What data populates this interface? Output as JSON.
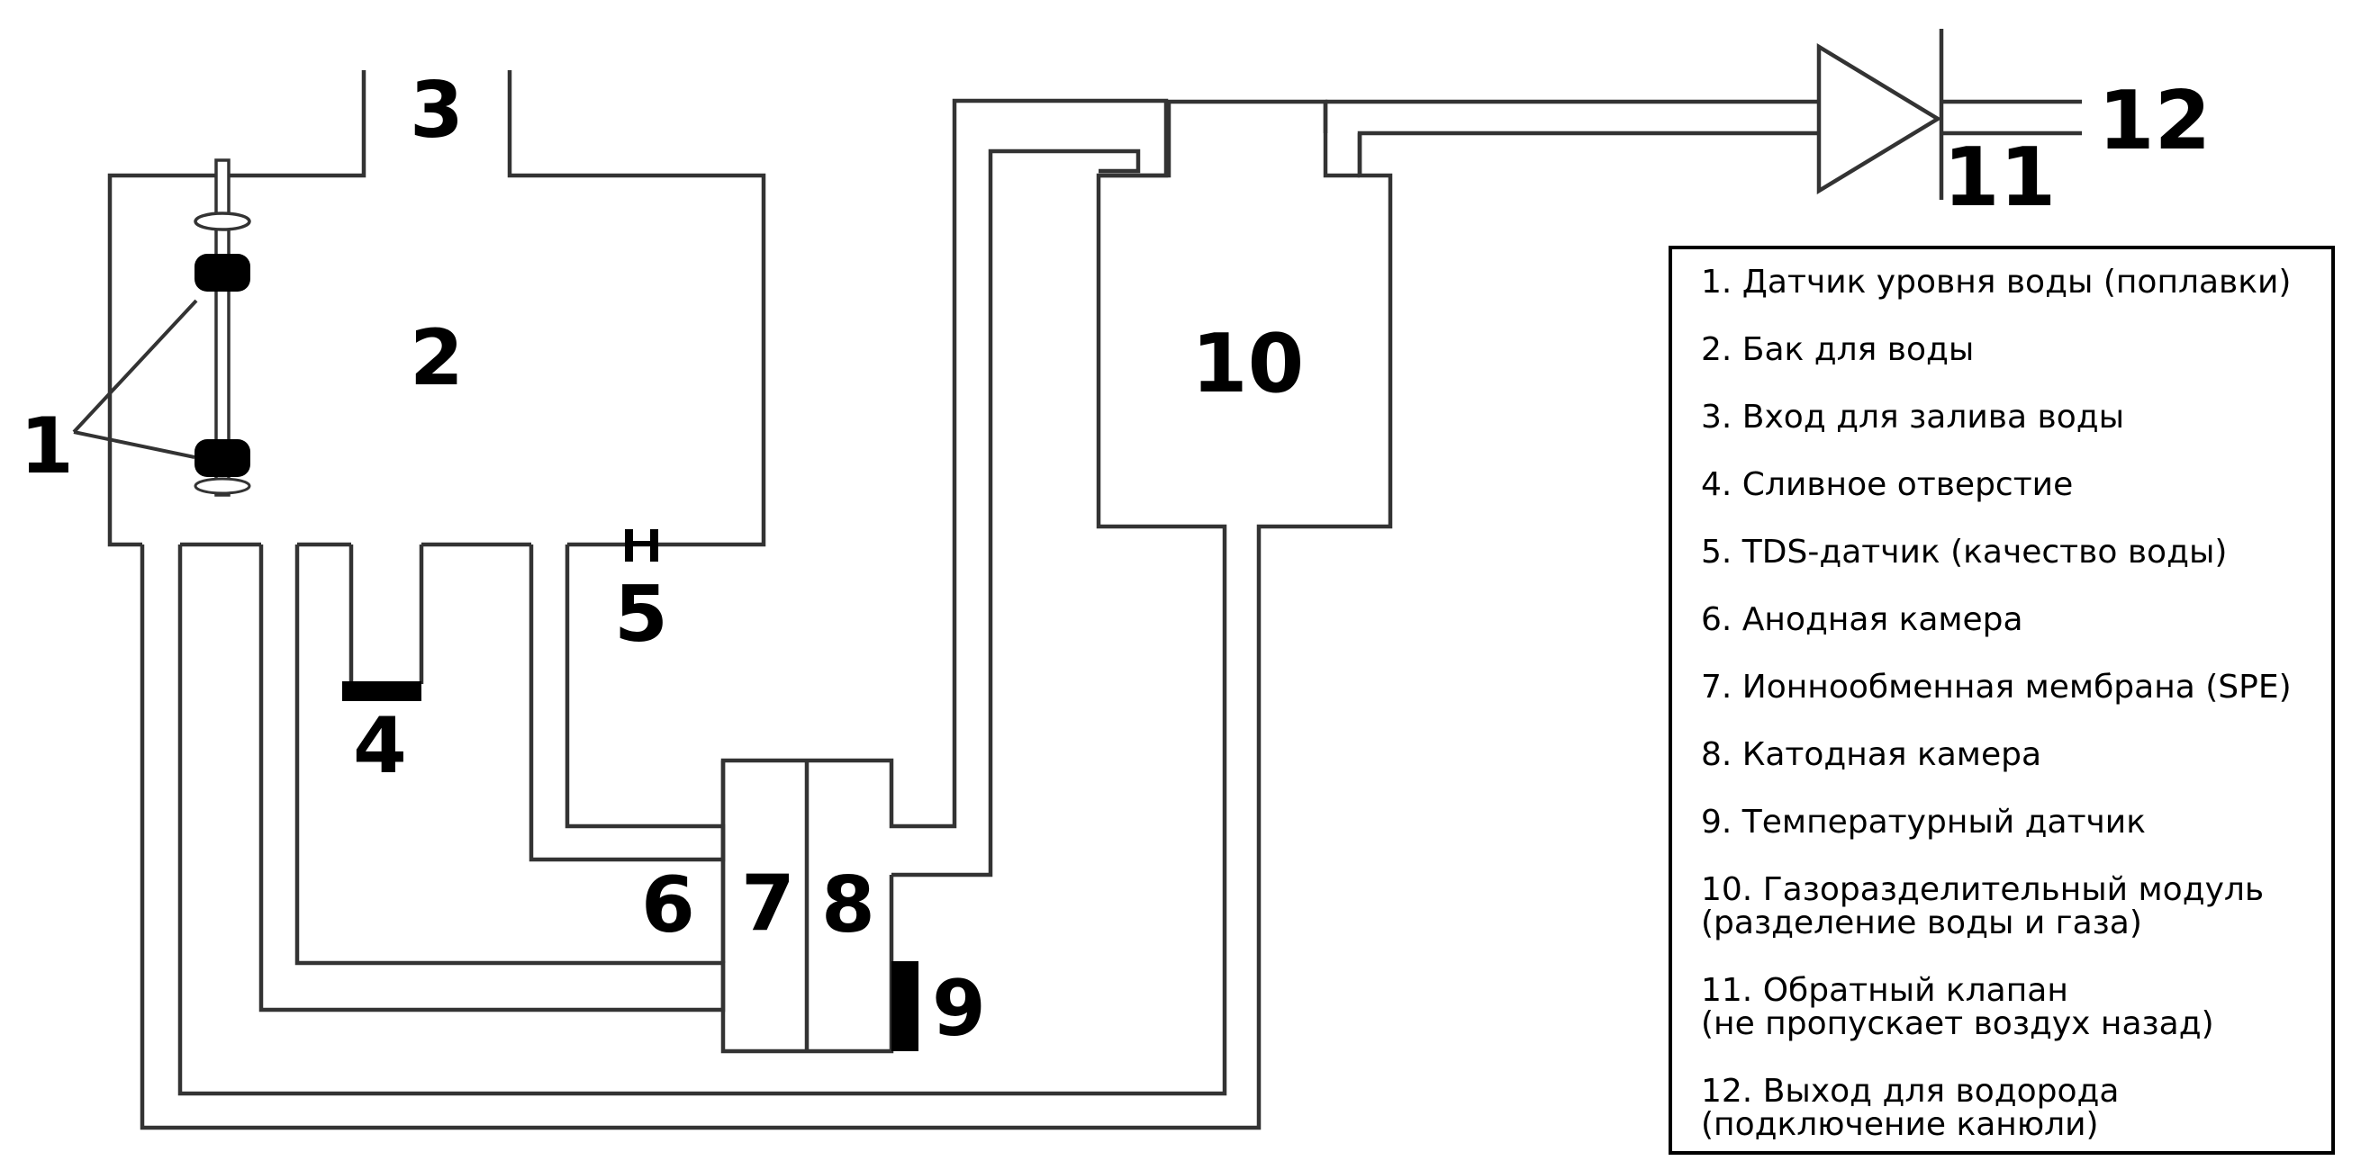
{
  "callouts": {
    "n1": "1",
    "n2": "2",
    "n3": "3",
    "n4": "4",
    "n5": "5",
    "n6": "6",
    "n7": "7",
    "n8": "8",
    "n9": "9",
    "n10": "10",
    "n11": "11",
    "n12": "12"
  },
  "legend": {
    "items": [
      {
        "line1": "1. Датчик уровня воды (поплавки)",
        "line2": ""
      },
      {
        "line1": "2. Бак для воды",
        "line2": ""
      },
      {
        "line1": "3. Вход для залива воды",
        "line2": ""
      },
      {
        "line1": "4. Сливное отверстие",
        "line2": ""
      },
      {
        "line1": "5. TDS-датчик (качество воды)",
        "line2": ""
      },
      {
        "line1": "6. Анодная камера",
        "line2": ""
      },
      {
        "line1": "7. Ионнообменная мембрана (SPE)",
        "line2": ""
      },
      {
        "line1": "8. Катодная камера",
        "line2": ""
      },
      {
        "line1": "9. Температурный датчик",
        "line2": ""
      },
      {
        "line1": "10. Газоразделительный модуль",
        "line2": "(разделение воды и газа)"
      },
      {
        "line1": "11. Обратный клапан",
        "line2": "(не пропускает воздух назад)"
      },
      {
        "line1": "12. Выход для водорода",
        "line2": "(подключение канюли)"
      }
    ]
  }
}
